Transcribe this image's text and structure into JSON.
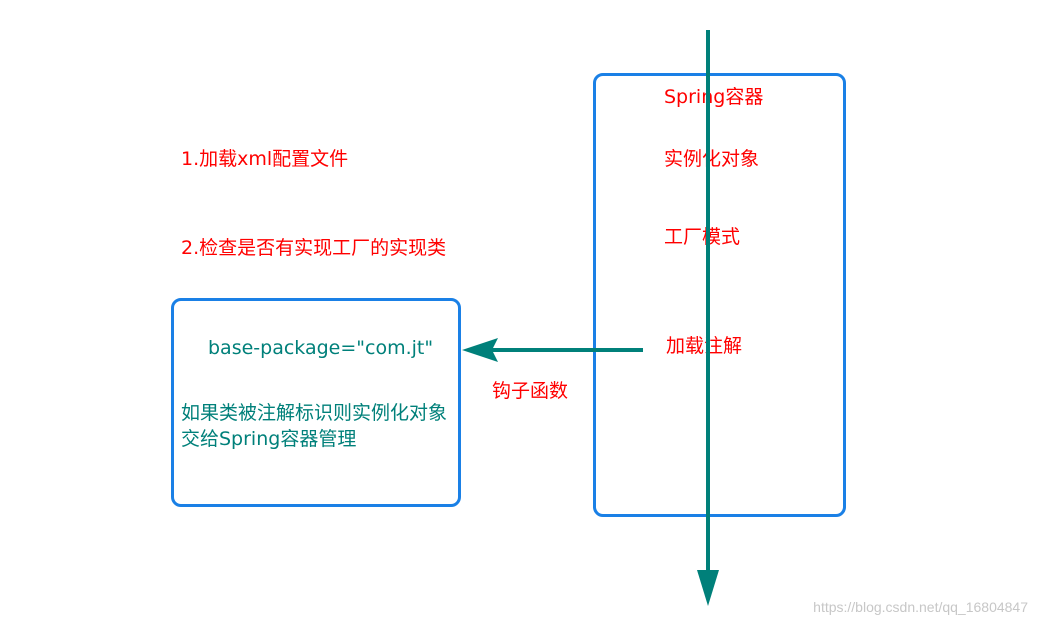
{
  "steps": {
    "step1": "1.加载xml配置文件",
    "step2": "2.检查是否有实现工厂的实现类"
  },
  "left_box": {
    "config": "base-package=\"com.jt\"",
    "desc_line1": "如果类被注解标识则实例化对象",
    "desc_line2": "交给Spring容器管理"
  },
  "right_box": {
    "title": "Spring容器",
    "item1": "实例化对象",
    "item2": "工厂模式",
    "item3": "加载注解"
  },
  "arrow_label": "钩子函数",
  "watermark": "https://blog.csdn.net/qq_16804847",
  "colors": {
    "red_text": "#ff0000",
    "teal_text": "#00807a",
    "box_border": "#1a80e6",
    "arrow": "#00807a"
  }
}
